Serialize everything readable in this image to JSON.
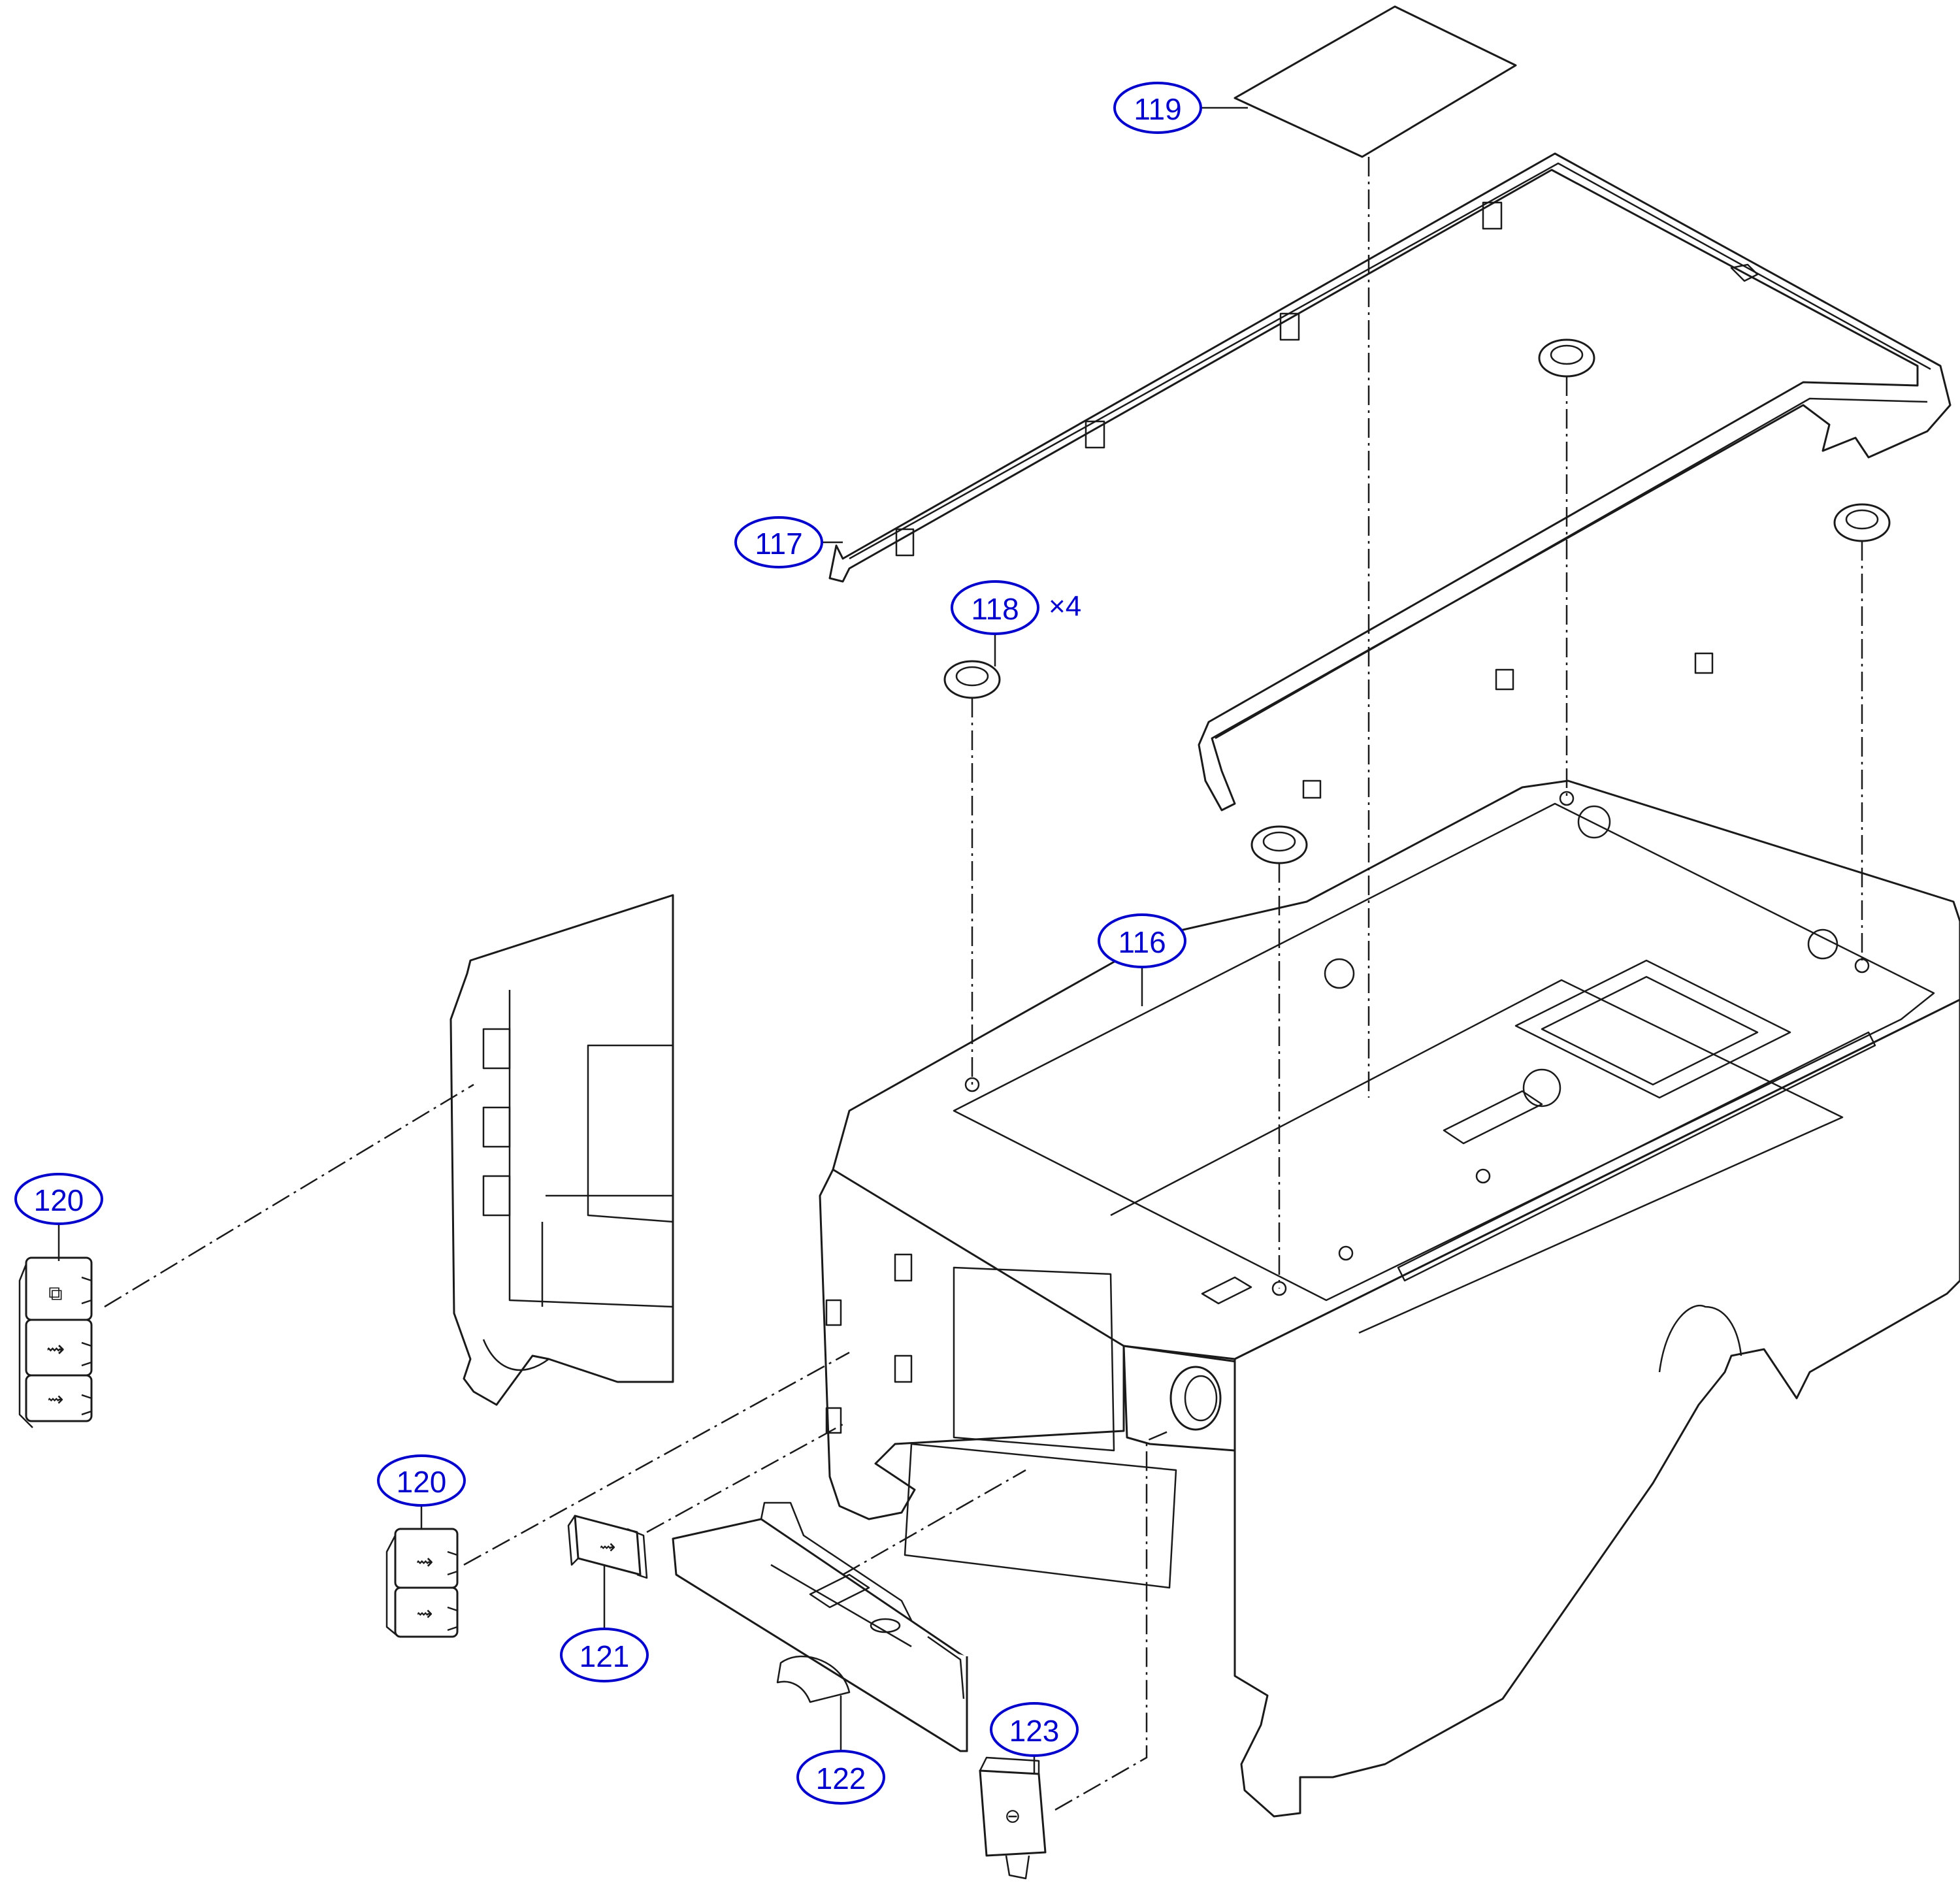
{
  "colors": {
    "callout": "#0000cc",
    "line": "#1a1a1a",
    "background": "#ffffff"
  },
  "callouts": [
    {
      "id": "116",
      "label": "116"
    },
    {
      "id": "117",
      "label": "117"
    },
    {
      "id": "118",
      "label": "118",
      "quantity": "×4"
    },
    {
      "id": "119",
      "label": "119"
    },
    {
      "id": "120a",
      "label": "120"
    },
    {
      "id": "120b",
      "label": "120"
    },
    {
      "id": "121",
      "label": "121"
    },
    {
      "id": "122",
      "label": "122"
    },
    {
      "id": "123",
      "label": "123"
    }
  ]
}
